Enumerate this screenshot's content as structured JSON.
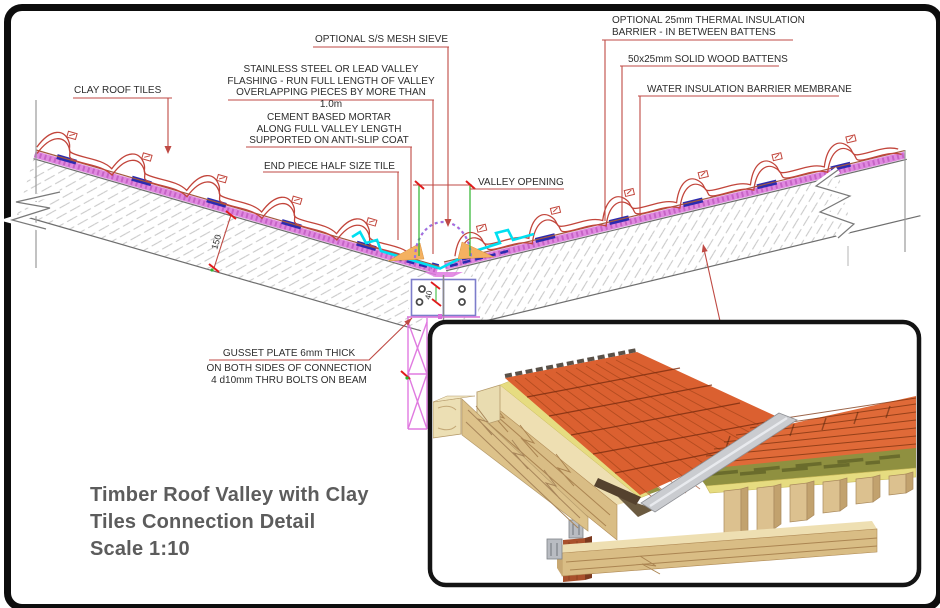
{
  "title_block": {
    "line1": "Timber Roof Valley with Clay",
    "line2": "Tiles Connection Detail",
    "line3": "Scale 1:10"
  },
  "callouts": {
    "clay_roof_tiles": "CLAY ROOF TILES",
    "mesh_sieve": "OPTIONAL S/S MESH SIEVE",
    "flashing": [
      "STAINLESS STEEL OR LEAD VALLEY",
      "FLASHING - RUN FULL LENGTH OF VALLEY",
      "OVERLAPPING PIECES BY MORE THAN 1.0m"
    ],
    "mortar": [
      "CEMENT BASED MORTAR",
      "ALONG FULL VALLEY LENGTH",
      "SUPPORTED ON ANTI-SLIP COAT"
    ],
    "end_piece": "END PIECE HALF SIZE TILE",
    "valley_opening": "VALLEY OPENING",
    "thermal": [
      "OPTIONAL 25mm THERMAL INSULATION",
      "BARRIER - IN BETWEEN BATTENS"
    ],
    "battens": "50x25mm SOLID WOOD BATTENS",
    "membrane": "WATER INSULATION BARRIER MEMBRANE",
    "gusset": [
      "GUSSET PLATE 6mm THICK",
      "ON BOTH SIDES OF CONNECTION",
      "4 d10mm THRU BOLTS ON BEAM"
    ]
  },
  "dimensions": {
    "rafter_depth": "150",
    "bolt_spacing": "40"
  },
  "colors": {
    "leader_red": "#bf4a44",
    "tile_red": "#c2453b",
    "tick_red": "#e01b1b",
    "dim_green": "#2db52d",
    "membrane_magenta": "#e08ae0",
    "batten_navy": "#2b2bb0",
    "flashing_cyan": "#00dff0",
    "mortar_orange": "#f4b160",
    "plate_purple": "#7d7dcb",
    "post_magenta": "#e07ae0",
    "hatch_gray": "#c6c6c6",
    "title_gray": "#5c5c5c",
    "tile_3d_orange": "#dd6434",
    "wood_3d": "#d9bd85",
    "membrane_3d_olive": "#8f9040",
    "frame_black": "#0d0d0d"
  }
}
